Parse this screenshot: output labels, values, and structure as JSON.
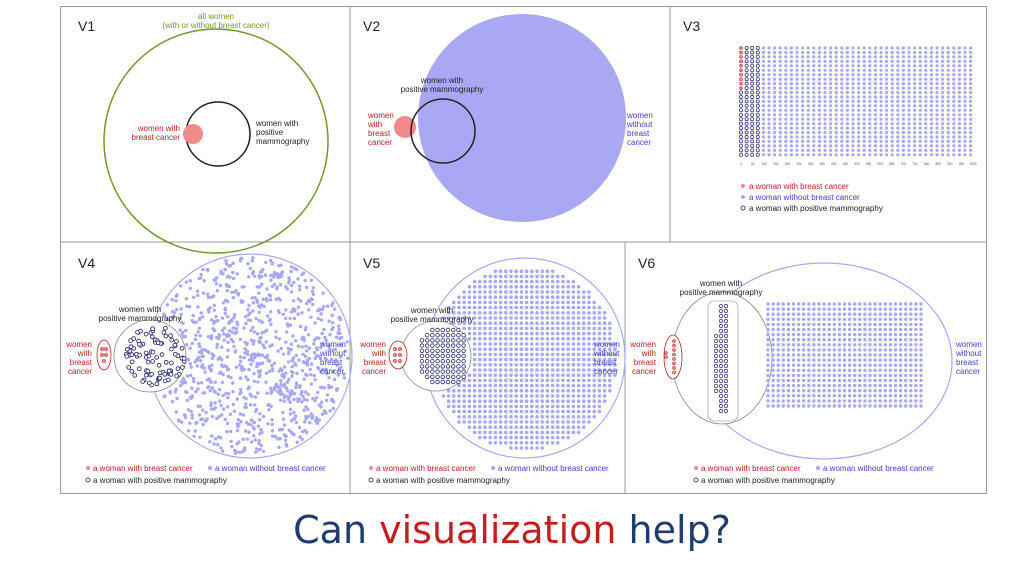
{
  "colors": {
    "green": "#6f9a2a",
    "red": "#b82222",
    "pink": "#f28a8a",
    "blue": "#4040d0",
    "lightblue": "#a8a8f5",
    "dark": "#222222",
    "navy": "#2a2a6e",
    "caption_main": "#1f3c6e",
    "caption_accent": "#c0201e"
  },
  "panels": {
    "v1": {
      "label": "V1",
      "all_women": "all women",
      "all_women_note": "(with or without breast cancer)",
      "cancer_l1": "women with",
      "cancer_l2": "breast cancer",
      "mammo_l1": "women with",
      "mammo_l2": "positive",
      "mammo_l3": "mammography"
    },
    "v2": {
      "label": "V2",
      "mammo_l1": "women with",
      "mammo_l2": "positive mammography",
      "cancer_l1": "women",
      "cancer_l2": "with",
      "cancer_l3": "breast",
      "cancer_l4": "cancer",
      "without_l1": "women",
      "without_l2": "without",
      "without_l3": "breast",
      "without_l4": "cancer"
    },
    "v3": {
      "label": "V3",
      "ticks": [
        "0",
        "50",
        "100",
        "150",
        "200",
        "250",
        "300",
        "350",
        "400",
        "450",
        "500",
        "550",
        "600",
        "650",
        "700",
        "750",
        "800",
        "850",
        "900",
        "950",
        "1000"
      ],
      "legend_cancer": "a woman with breast cancer",
      "legend_without": "a woman without breast cancer",
      "legend_mammo": "a woman with positive mammography"
    },
    "v4": {
      "label": "V4",
      "mammo_l1": "women with",
      "mammo_l2": "positive mammography",
      "cancer_l1": "women",
      "cancer_l2": "with",
      "cancer_l3": "breast",
      "cancer_l4": "cancer",
      "without_l1": "women",
      "without_l2": "without",
      "without_l3": "breast",
      "without_l4": "cancer",
      "legend_cancer": "a woman with breast cancer",
      "legend_without": "a woman without breast cancer",
      "legend_mammo": "a woman with positive mammography"
    },
    "v5": {
      "label": "V5",
      "mammo_l1": "women with",
      "mammo_l2": "positive mammography",
      "cancer_l1": "women",
      "cancer_l2": "with",
      "cancer_l3": "breast",
      "cancer_l4": "cancer",
      "without_l1": "women",
      "without_l2": "without",
      "without_l3": "breast",
      "without_l4": "cancer",
      "legend_cancer": "a woman with breast cancer",
      "legend_without": "a woman without breast cancer",
      "legend_mammo": "a woman with positive mammography"
    },
    "v6": {
      "label": "V6",
      "mammo_l1": "women with",
      "mammo_l2": "positive mammography",
      "cancer_l1": "women",
      "cancer_l2": "with",
      "cancer_l3": "breast",
      "cancer_l4": "cancer",
      "without_l1": "women",
      "without_l2": "without",
      "without_l3": "breast",
      "without_l4": "cancer",
      "legend_cancer": "a woman with breast cancer",
      "legend_without": "a woman without breast cancer",
      "legend_mammo": "a woman with positive mammography"
    }
  },
  "caption": {
    "part1": "Can ",
    "accent": "visualization",
    "part2": " help?"
  }
}
